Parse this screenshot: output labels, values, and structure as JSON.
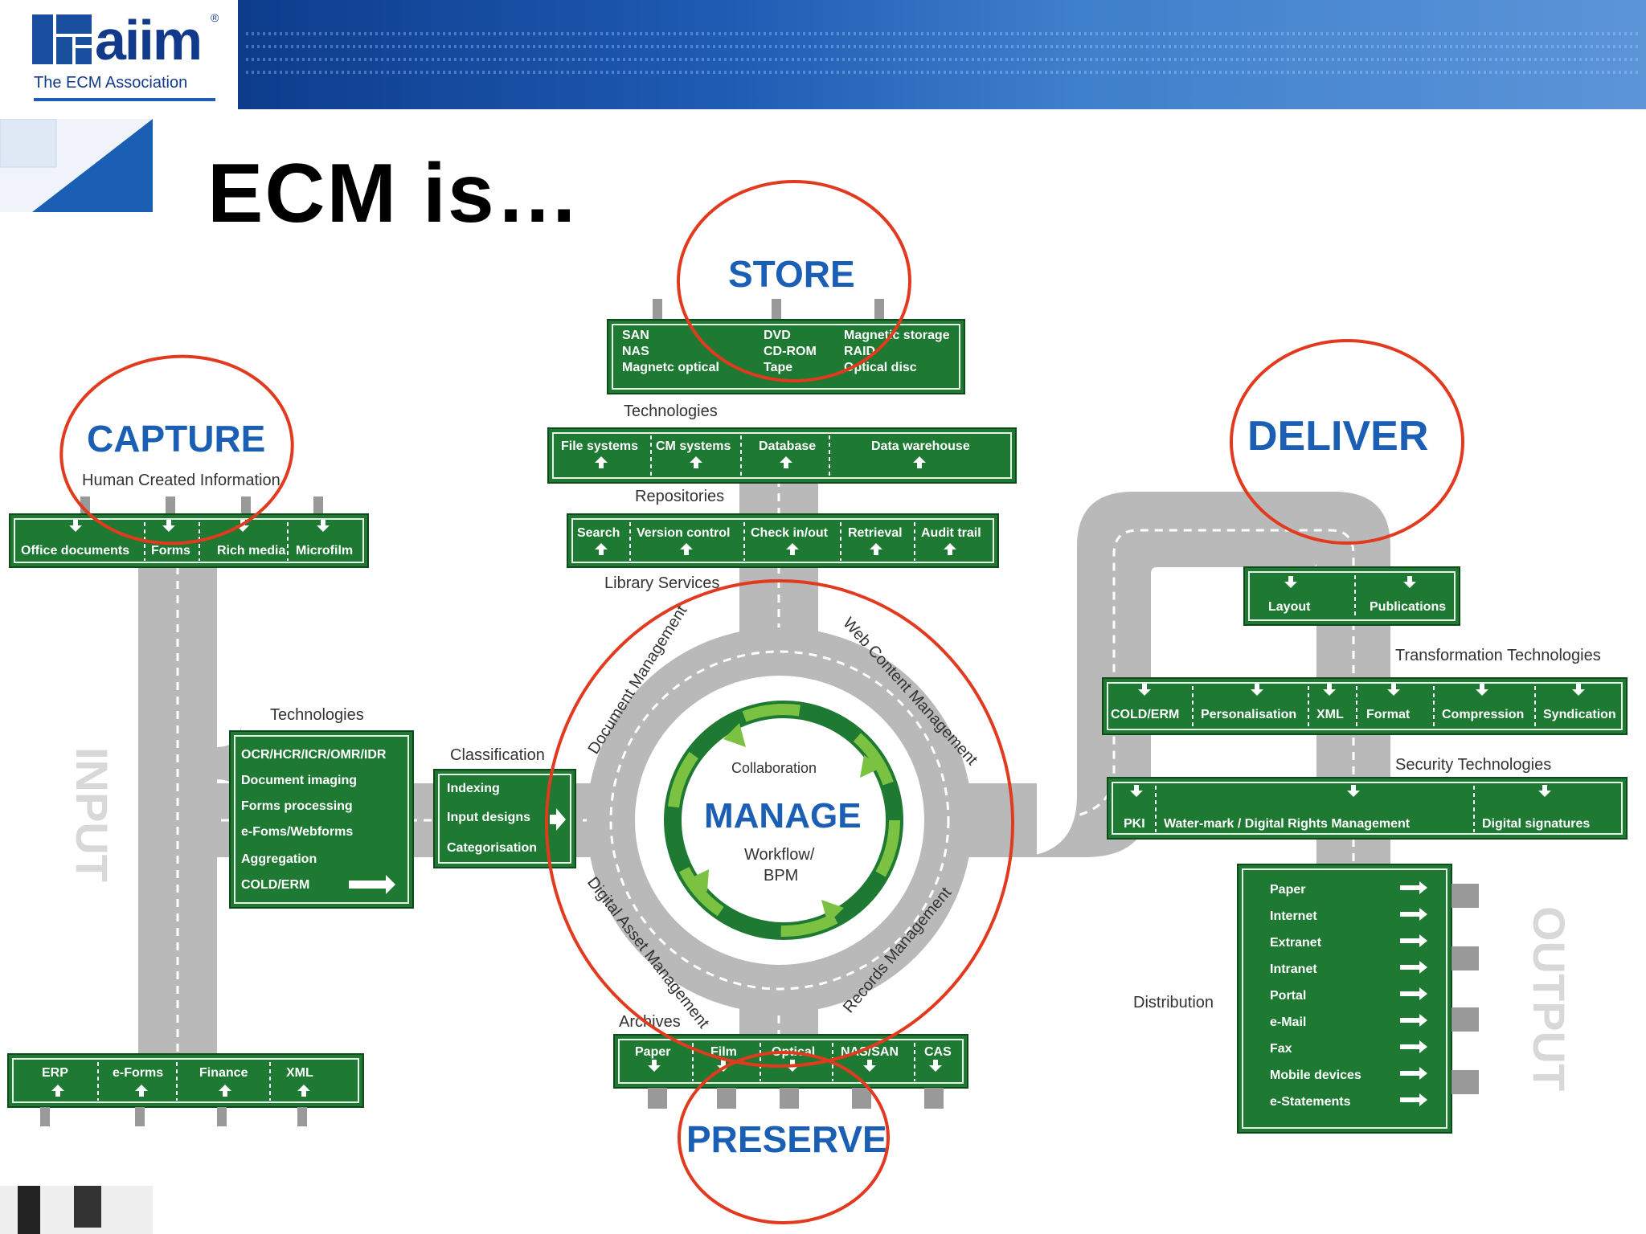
{
  "logo": {
    "brand": "aiim",
    "reg": "®",
    "tagline": "The ECM Association"
  },
  "title": "ECM is…",
  "sections": {
    "capture": "CAPTURE",
    "store": "STORE",
    "deliver": "DELIVER",
    "manage": "MANAGE",
    "preserve": "PRESERVE"
  },
  "side_labels": {
    "input": "INPUT",
    "output": "OUTPUT"
  },
  "capture": {
    "subtitle": "Human Created Information",
    "signs": [
      "Office documents",
      "Forms",
      "Rich media",
      "Microfilm"
    ],
    "tech_label": "Technologies",
    "tech_items": [
      "OCR/HCR/ICR/OMR/IDR",
      "Document imaging",
      "Forms processing",
      "e-Foms/Webforms",
      "Aggregation",
      "COLD/ERM"
    ],
    "bottom_signs": [
      "ERP",
      "e-Forms",
      "Finance",
      "XML"
    ]
  },
  "classification": {
    "label": "Classification",
    "items": [
      "Indexing",
      "Input designs",
      "Categorisation"
    ]
  },
  "store": {
    "tech_col1": [
      "SAN",
      "NAS",
      "Magnetc optical"
    ],
    "tech_col2": [
      "DVD",
      "CD-ROM",
      "Tape"
    ],
    "tech_col3": [
      "Magnetic storage",
      "RAID",
      "Optical disc"
    ],
    "tech_label": "Technologies",
    "repos": [
      "File systems",
      "CM systems",
      "Database",
      "Data warehouse"
    ],
    "repos_label": "Repositories",
    "library": [
      "Search",
      "Version control",
      "Check in/out",
      "Retrieval",
      "Audit trail"
    ],
    "library_label": "Library Services"
  },
  "manage": {
    "ring_labels": [
      "Document Management",
      "Web Content Management",
      "Digital Asset Management",
      "Records Management"
    ],
    "collaboration": "Collaboration",
    "workflow": "Workflow/",
    "bpm": "BPM"
  },
  "preserve": {
    "archives_label": "Archives",
    "signs": [
      "Paper",
      "Film",
      "Optical",
      "NAS/SAN",
      "CAS"
    ]
  },
  "deliver": {
    "top_signs": [
      "Layout",
      "Publications"
    ],
    "transform_label": "Transformation Technologies",
    "transform": [
      "COLD/ERM",
      "Personalisation",
      "XML",
      "Format",
      "Compression",
      "Syndication"
    ],
    "security_label": "Security Technologies",
    "security": [
      "PKI",
      "Water-mark / Digital Rights Management",
      "Digital signatures"
    ],
    "distribution_label": "Distribution",
    "distribution": [
      "Paper",
      "Internet",
      "Extranet",
      "Intranet",
      "Portal",
      "e-Mail",
      "Fax",
      "Mobile devices",
      "e-Statements"
    ]
  }
}
